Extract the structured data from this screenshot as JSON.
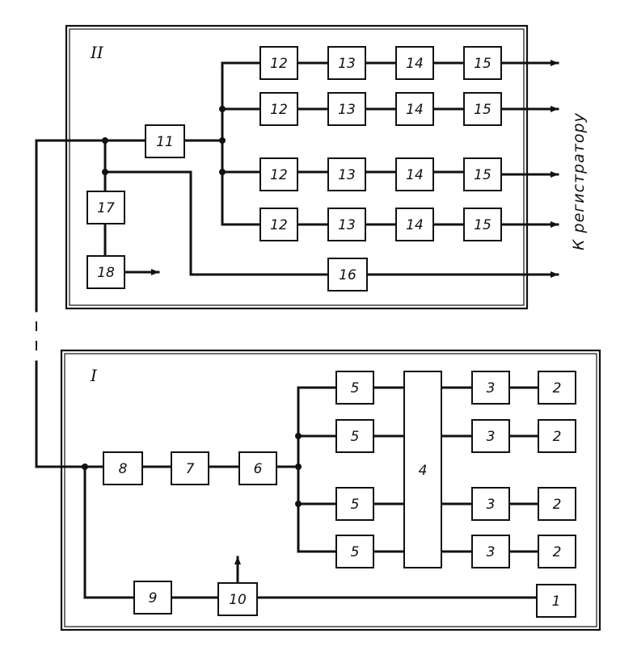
{
  "panels": {
    "top": {
      "label": "II"
    },
    "bottom": {
      "label": "I"
    }
  },
  "output_caption": "К регистратору",
  "blocks": {
    "b1": "1",
    "b2": "2",
    "b3": "3",
    "b4": "4",
    "b5": "5",
    "b6": "6",
    "b7": "7",
    "b8": "8",
    "b9": "9",
    "b10": "10",
    "b11": "11",
    "b12": "12",
    "b13": "13",
    "b14": "14",
    "b15": "15",
    "b16": "16",
    "b17": "17",
    "b18": "18"
  }
}
